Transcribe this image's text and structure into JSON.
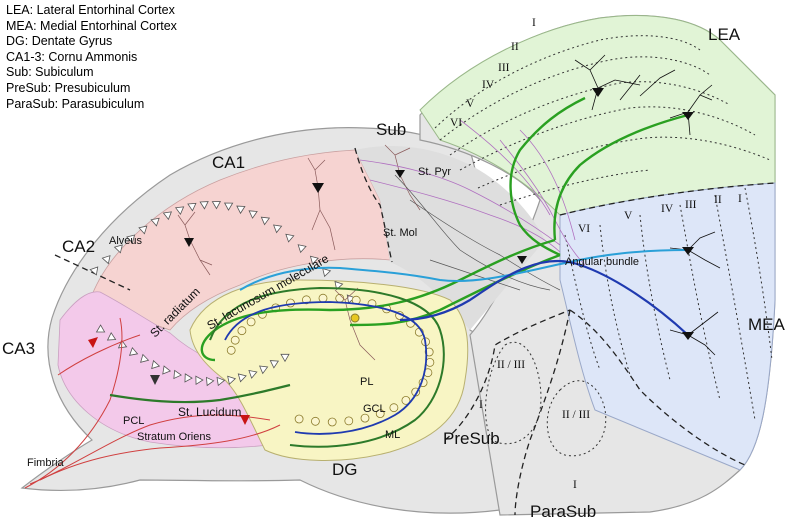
{
  "legend": [
    "LEA: Lateral Entorhinal Cortex",
    "MEA: Medial Entorhinal Cortex",
    "DG: Dentate Gyrus",
    "CA1-3: Cornu Ammonis",
    "Sub: Subiculum",
    "PreSub: Presubiculum",
    "ParaSub: Parasubiculum"
  ],
  "regions": {
    "ca1": "CA1",
    "ca2": "CA2",
    "ca3": "CA3",
    "dg": "DG",
    "sub": "Sub",
    "lea": "LEA",
    "mea": "MEA",
    "presub": "PreSub",
    "parasub": "ParaSub"
  },
  "layers": {
    "alveus": "Alveus",
    "st_radiatum": "St. radiatum",
    "st_lac_mol": "St. lacunosum moleculare",
    "st_lucidum": "St. Lucidum",
    "stratum_oriens": "Stratum Oriens",
    "pcl": "PCL",
    "fimbria": "Fimbria",
    "pl": "PL",
    "gcl": "GCL",
    "ml": "ML",
    "st_pyr": "St. Pyr",
    "st_mol": "St. Mol",
    "angular_bundle": "Angular bundle"
  },
  "lea_layers": [
    "I",
    "II",
    "III",
    "IV",
    "V",
    "VI"
  ],
  "mea_layers": [
    "VI",
    "V",
    "IV",
    "III",
    "II",
    "I"
  ],
  "presub_layers": [
    "II / III",
    "I"
  ],
  "parasub_layers": [
    "II / III",
    "I"
  ],
  "colors": {
    "ca1_fill": "#f6d3d1",
    "ca3_fill": "#f3c9ea",
    "dg_fill": "#f8f5c4",
    "lea_fill": "#e1f4d6",
    "mea_fill": "#dde6f8",
    "gray_fill": "#e6e6e6",
    "perforant_green": "#2aa021",
    "mossy_green": "#2d7a2a",
    "temporoammonic_blue": "#2aa0d8",
    "mea_path_blue": "#1f3ab0",
    "fimbria_red": "#d04040",
    "cell_red": "#c81414"
  }
}
